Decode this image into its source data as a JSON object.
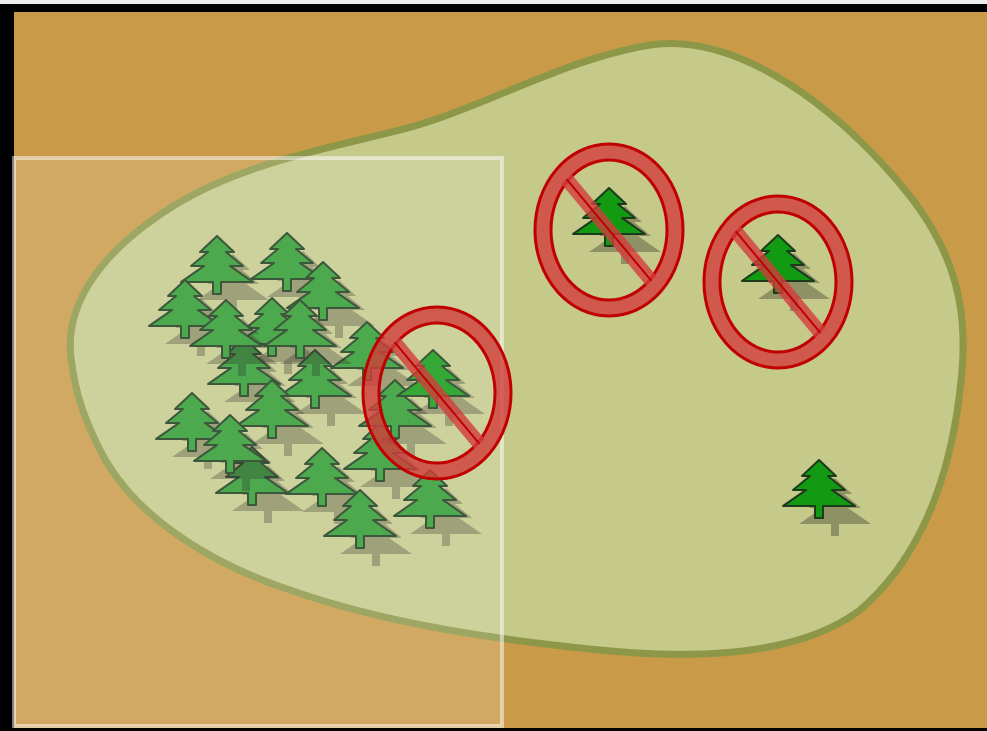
{
  "colors": {
    "page_bg": "#eeeeec",
    "frame": "#000000",
    "ground": "#c99a47",
    "region_fill": "#c5c98a",
    "region_stroke": "#8c9748",
    "tree_fill": "#2e9a2e",
    "tree_fill_isolated": "#129a12",
    "tree_stroke": "#1c3a1c",
    "shadow": "#000000",
    "sample_box_fill": "#ffffff",
    "sample_box_stroke": "#ffffff",
    "prohibit_fill": "#d23c3c",
    "prohibit_stroke": "#c00000"
  },
  "icons": {
    "tree": "pine-tree-icon",
    "excluded": "no-symbol-icon"
  },
  "cluster_tree_count": 19,
  "isolated_tree_count": 4,
  "excluded_tree_count": 3
}
